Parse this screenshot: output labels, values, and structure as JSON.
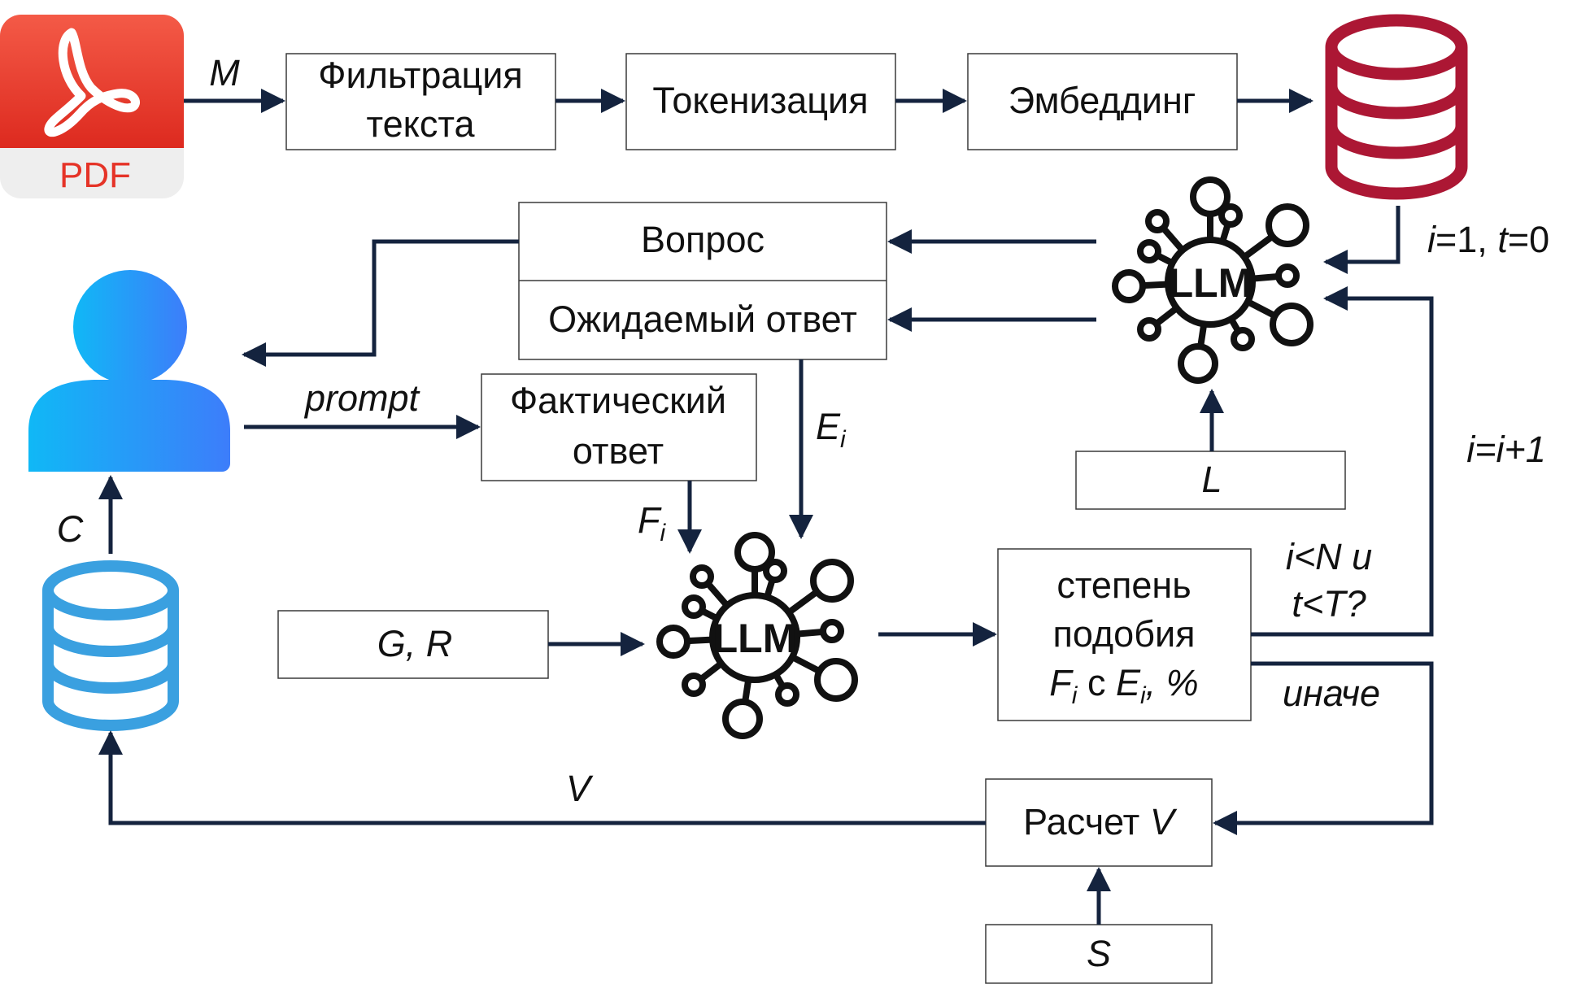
{
  "icons": {
    "pdf": {
      "name": "pdf-file-icon",
      "label": "PDF",
      "color_top": "#ec3d2f",
      "color_bottom": "#eeeeee",
      "label_color": "#e53327"
    },
    "db_main": {
      "name": "database-icon",
      "color": "#ac1734"
    },
    "db_result": {
      "name": "database-icon",
      "color": "#3aa0e0"
    },
    "user": {
      "name": "user-icon",
      "color_start": "#10b8f6",
      "color_end": "#3d7dfa"
    },
    "llm": {
      "name": "neural-network-llm-icon",
      "label": "LLM"
    }
  },
  "boxes": {
    "filter": [
      "Фильтрация",
      "текста"
    ],
    "tokenize": "Токенизация",
    "embedding": "Эмбеддинг",
    "question": "Вопрос",
    "expected": "Ожидаемый ответ",
    "actual": [
      "Фактический",
      "ответ"
    ],
    "L": "L",
    "GR": "G, R",
    "similarity": {
      "line1": "степень",
      "line2": "подобия",
      "F": "F",
      "F_sub": "i",
      "c": "с",
      "E": "E",
      "E_sub": "i",
      "tail": ", %"
    },
    "calcV": {
      "text": "Расчет",
      "var": "V"
    },
    "S": "S"
  },
  "labels": {
    "M": "M",
    "prompt": "prompt",
    "E": "E",
    "E_sub": "i",
    "F": "F",
    "F_sub": "i",
    "C": "C",
    "V": "V",
    "init": {
      "i": "i",
      "eq1": "=1, ",
      "t": "t",
      "eq2": "=0"
    },
    "increment": "i=i+1",
    "cond1": "i<N и",
    "cond2": "t<T?",
    "else": "иначе"
  },
  "colors": {
    "arrow": "#14233e",
    "box_border": "#3a3a3a"
  }
}
